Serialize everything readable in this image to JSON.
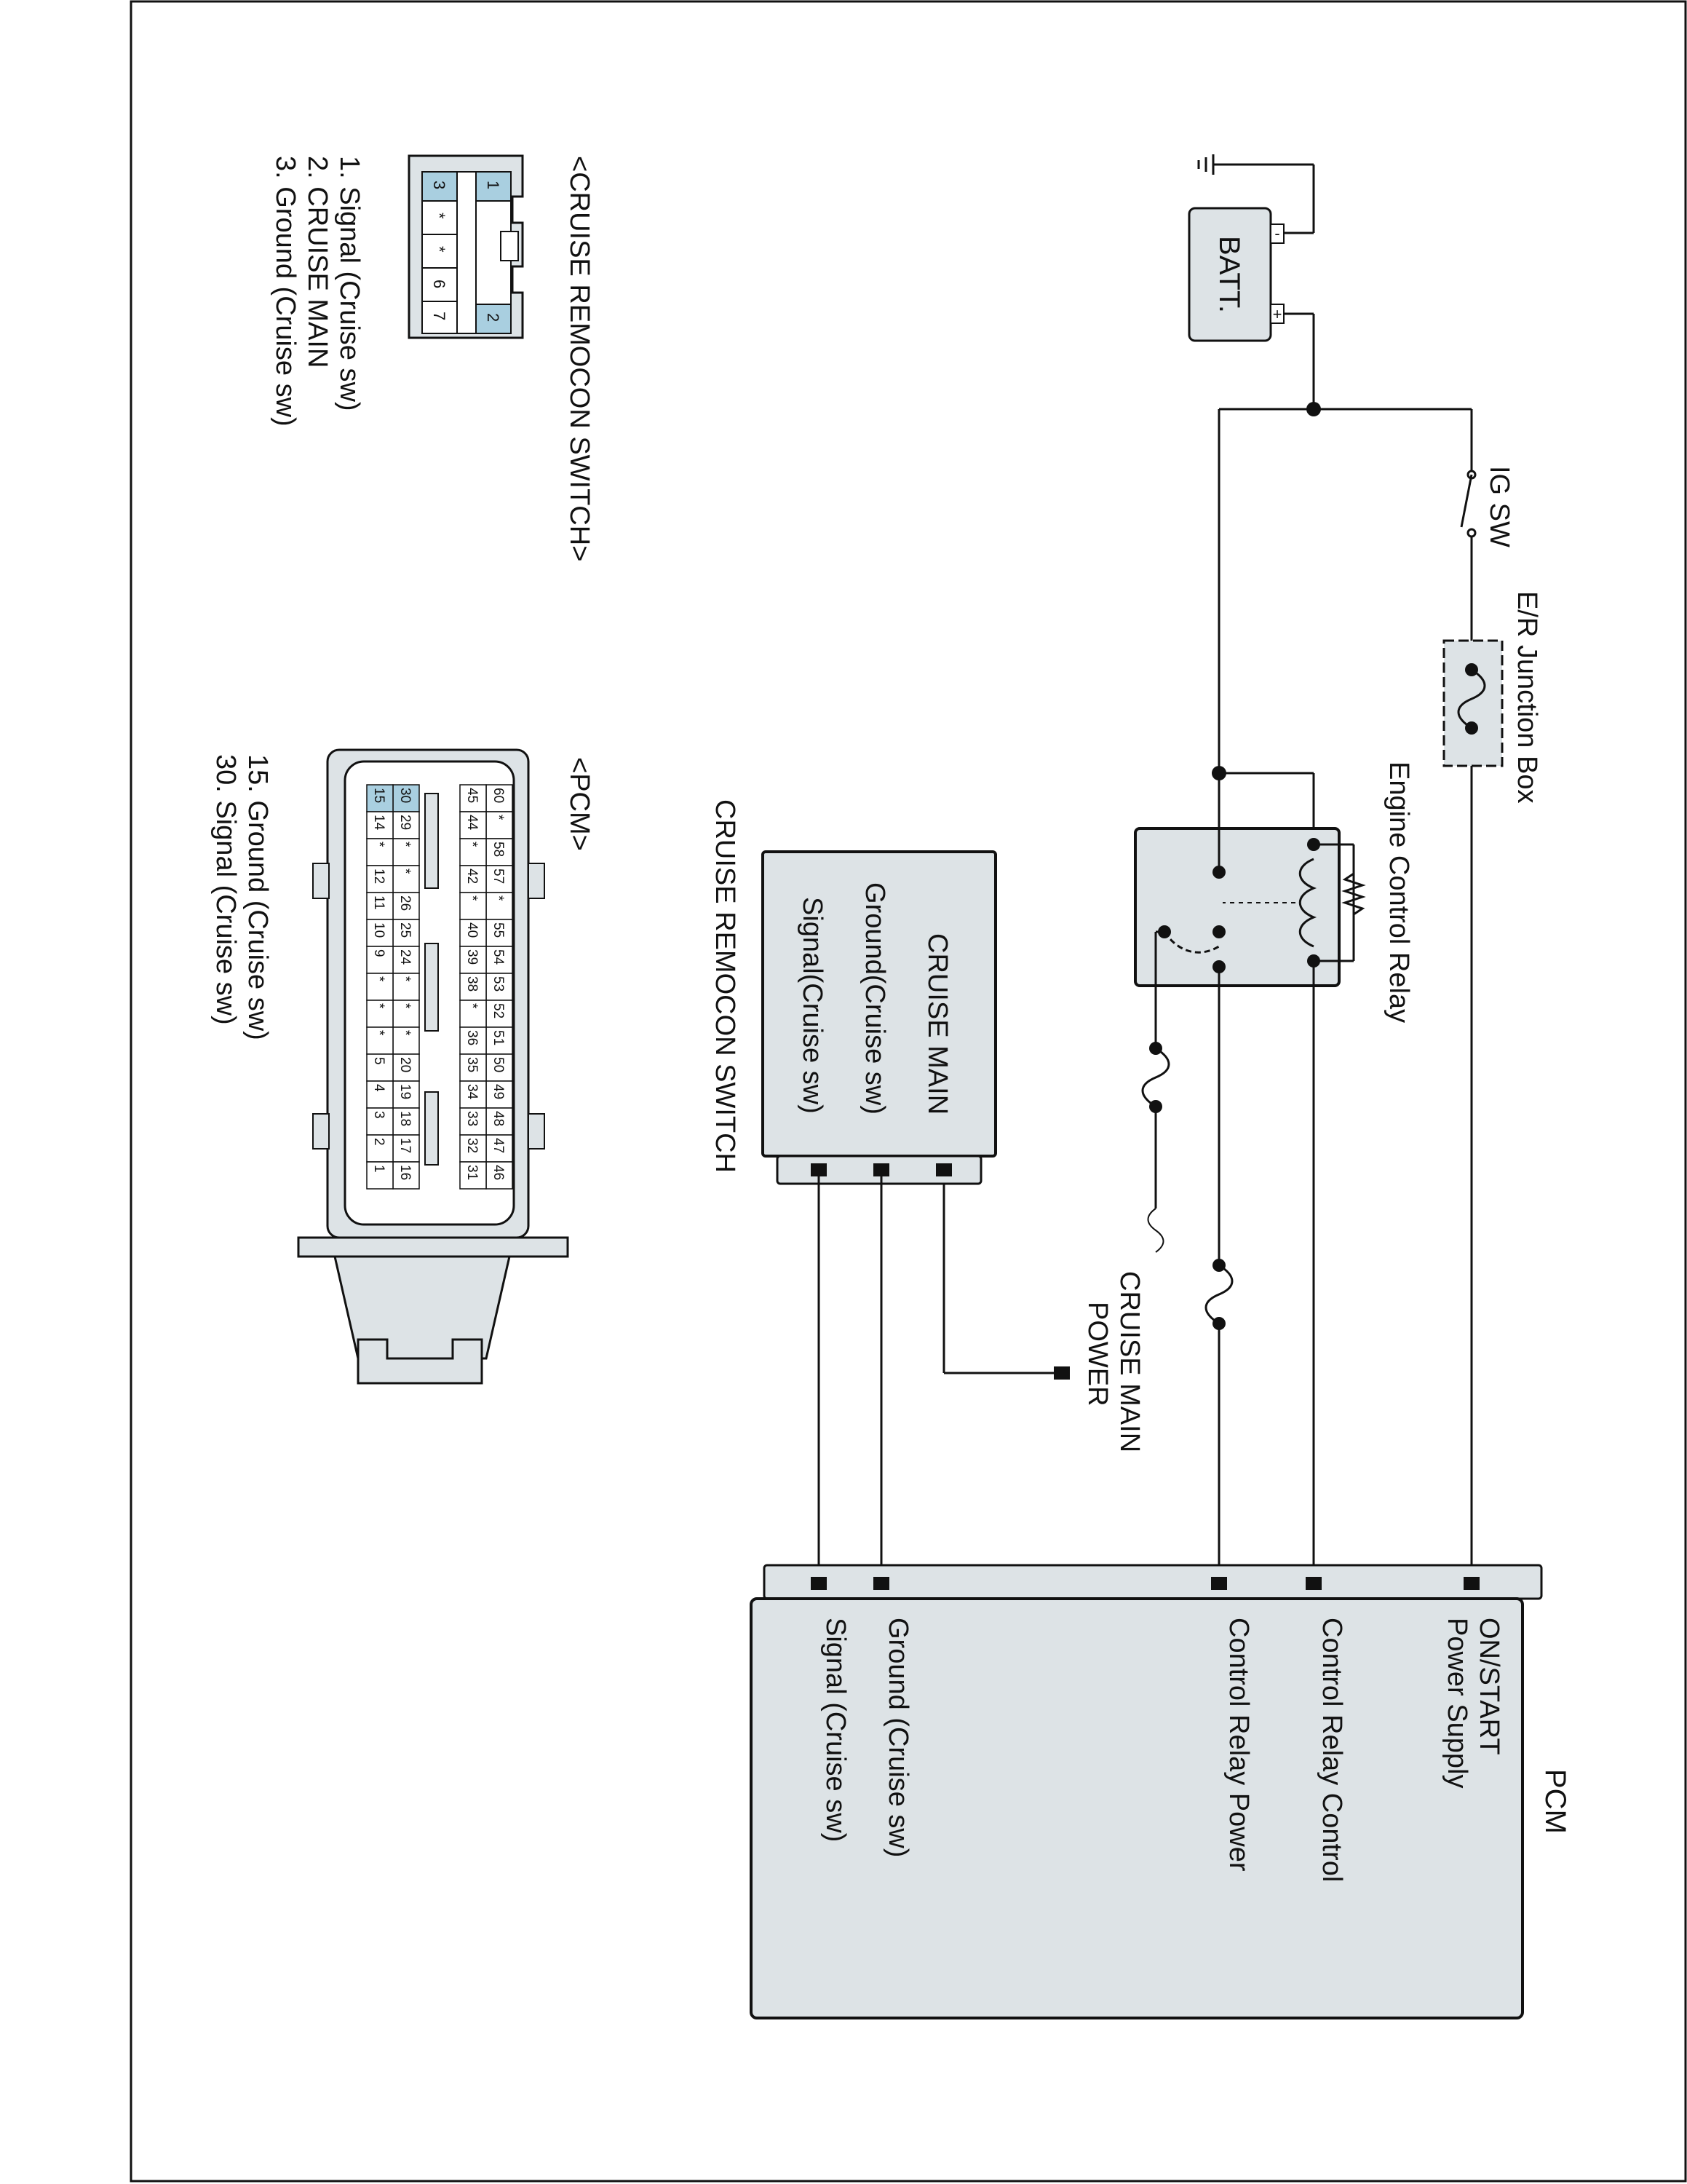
{
  "colors": {
    "box_fill": "#dde3e6",
    "wire": "#111111",
    "highlight_pin": "#a9cfe0"
  },
  "battery": {
    "label": "BATT.",
    "minus": "-",
    "plus": "+"
  },
  "ig_switch": {
    "label": "IG SW"
  },
  "junction_box": {
    "label": "E/R Junction Box"
  },
  "relay": {
    "label": "Engine Control Relay"
  },
  "cruise_power": {
    "line1": "CRUISE MAIN",
    "line2": "POWER"
  },
  "cruise_switch": {
    "title": "CRUISE REMOCON SWITCH",
    "pins": [
      "CRUISE MAIN",
      "Ground(Cruise sw)",
      "Signal(Cruise sw)"
    ]
  },
  "pcm": {
    "title": "PCM",
    "pins": [
      "ON/START",
      "Power Supply",
      "Control Relay Control",
      "Control Relay Power",
      "Ground (Cruise sw)",
      "Signal (Cruise sw)"
    ]
  },
  "connector_cruise": {
    "title": "<CRUISE REMOCON SWITCH>",
    "top_pins": [
      "1",
      "",
      "",
      "",
      "2"
    ],
    "bottom_pins": [
      "3",
      "*",
      "*",
      "6",
      "7"
    ],
    "legend": [
      "1. Signal (Cruise sw)",
      "2. CRUISE MAIN",
      "3. Ground (Cruise sw)"
    ]
  },
  "connector_pcm": {
    "title": "<PCM>",
    "row_a": [
      "60",
      "*",
      "58",
      "57",
      "*",
      "55",
      "54",
      "53",
      "52",
      "51",
      "50",
      "49",
      "48",
      "47",
      "46"
    ],
    "row_b": [
      "45",
      "44",
      "*",
      "42",
      "*",
      "40",
      "39",
      "38",
      "*",
      "36",
      "35",
      "34",
      "33",
      "32",
      "31"
    ],
    "row_c": [
      "30",
      "29",
      "*",
      "*",
      "26",
      "25",
      "24",
      "*",
      "*",
      "*",
      "20",
      "19",
      "18",
      "17",
      "16"
    ],
    "row_d": [
      "15",
      "14",
      "*",
      "12",
      "11",
      "10",
      "9",
      "*",
      "*",
      "*",
      "5",
      "4",
      "3",
      "2",
      "1"
    ],
    "legend": [
      "15. Ground (Cruise sw)",
      "30. Signal (Cruise sw)"
    ]
  }
}
